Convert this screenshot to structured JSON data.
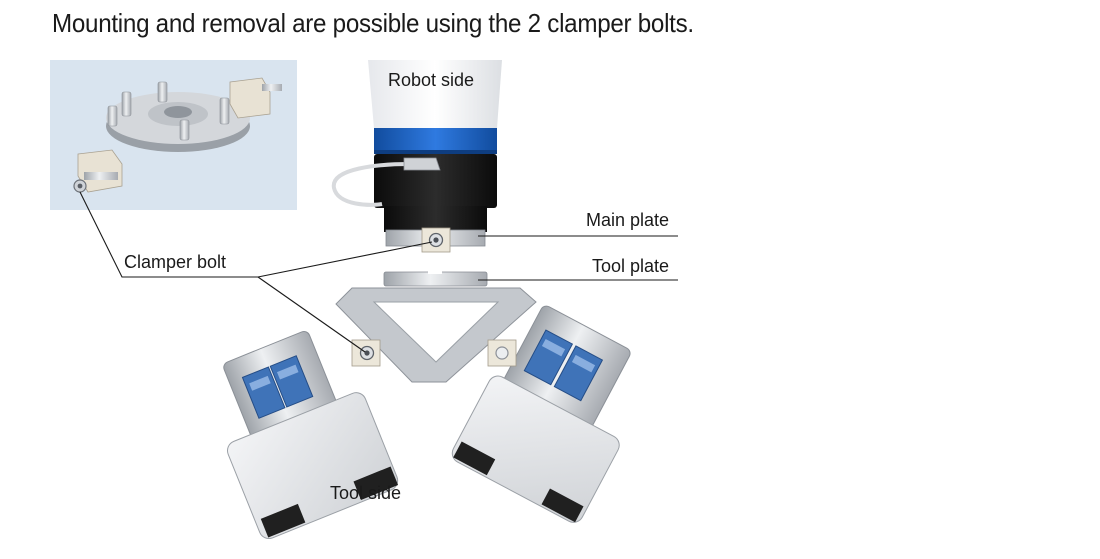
{
  "headline": "Mounting and removal are possible using the 2 clamper bolts.",
  "labels": {
    "robot_side": "Robot side",
    "main_plate": "Main plate",
    "tool_plate": "Tool plate",
    "clamper_bolt": "Clamper bolt",
    "tool_side": "Tool side"
  },
  "colors": {
    "inset_background": "#d9e4ef",
    "flange_blue": "#1f63c6",
    "body_black": "#151515",
    "metal": "#c9ccd0",
    "module_blue": "#3f73b8"
  }
}
